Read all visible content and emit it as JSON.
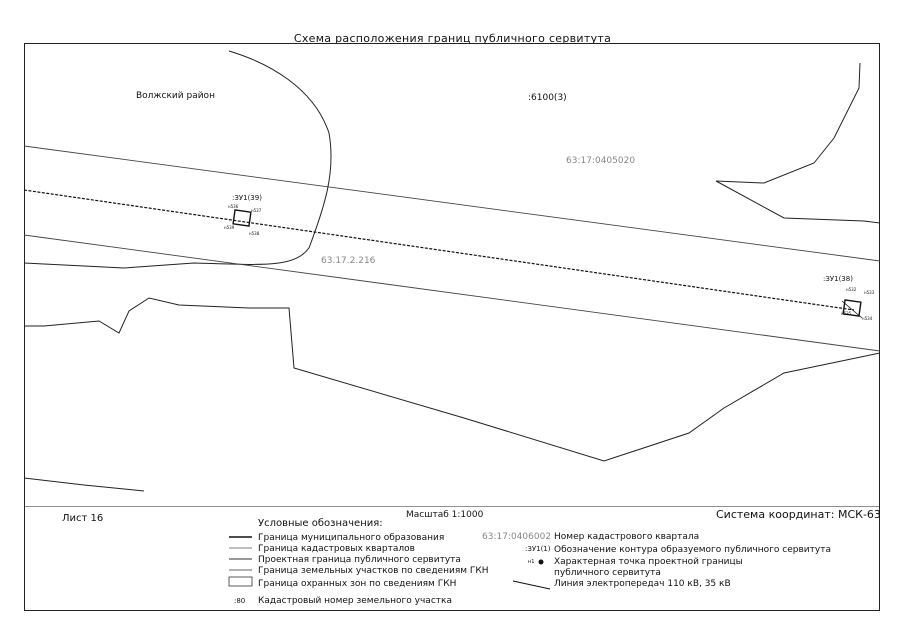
{
  "title": "Схема расположения границ публичного сервитута",
  "map_labels": {
    "district": "Волжский район",
    "parcel_6100": ":6100(3)",
    "quarter_main": "63:17:0405020",
    "parcel_main": "63.17.2.216",
    "zone_left": ":ЗУ1(39)",
    "zone_right": ":ЗУ1(38)",
    "pts_left": [
      "н536",
      "н537",
      "н538",
      "н539"
    ],
    "pts_right": [
      "н532",
      "н533",
      "н534",
      "н535"
    ]
  },
  "footer": {
    "sheet": "Лист 16",
    "scale": "Масштаб 1:1000",
    "crs": "Система координат: МСК-63"
  },
  "legend": {
    "heading": "Условные обозначения:",
    "left": [
      "Граница муниципального образования",
      "Граница кадастровых кварталов",
      "Проектная граница публичного сервитута",
      "Граница земельных участков по сведениям ГКН",
      "Граница охранных зон по сведениям ГКН",
      "Кадастровый номер земельного участка"
    ],
    "parcel_sample": ":80",
    "right": {
      "quarter_sample": "63:17:0406002",
      "quarter_text": "Номер кадастрового квартала",
      "zone_sample": ":ЗУ1(1)",
      "zone_text": "Обозначение контура образуемого публичного сервитута",
      "point_sample": "н1",
      "point_text_1": "Характерная точка проектной границы",
      "point_text_2": "публичного сервитута",
      "line_text": "Линия электропередач 110 кВ, 35 кВ"
    }
  },
  "colors": {
    "ink": "#111111",
    "gray_label": "#8a8a8a"
  }
}
